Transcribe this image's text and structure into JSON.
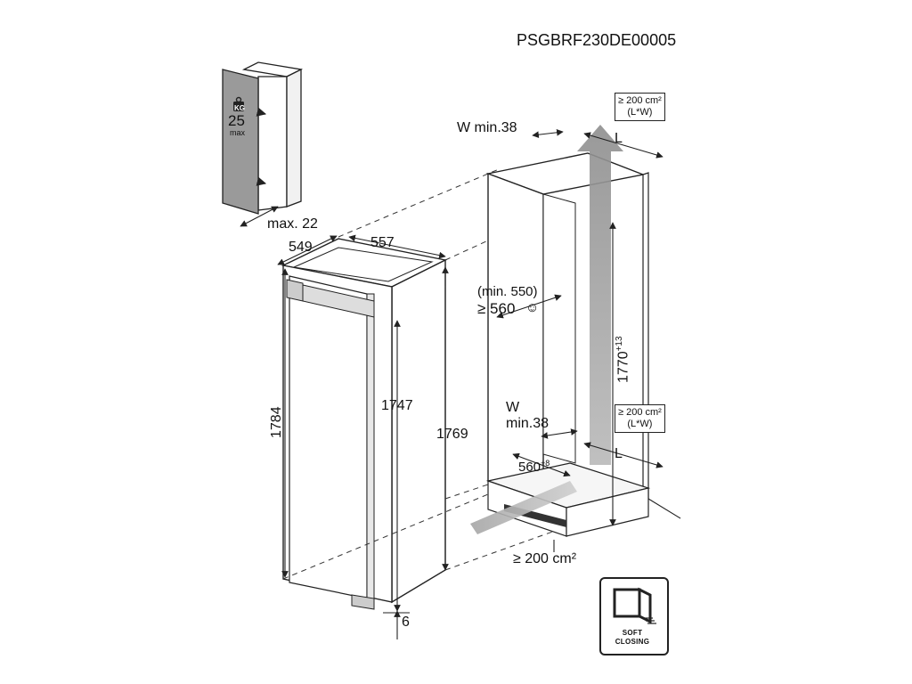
{
  "product_code": "PSGBRF230DE00005",
  "door_load": {
    "unit": "KG",
    "value": "25",
    "suffix": "max"
  },
  "dimensions": {
    "max_22": "max. 22",
    "depth_549": "549",
    "width_557": "557",
    "height_1784": "1784",
    "height_1747": "1747",
    "height_1769": "1769",
    "bottom_6": "6"
  },
  "niche": {
    "w_min_top": "W min.38",
    "w_label_bottom": "W",
    "w_min_bottom": "min.38",
    "min_550": "(min. 550)",
    "ge_560": "≥ 560",
    "height_1770": "1770",
    "height_tolerance": "+13",
    "width_560": "560",
    "width_tolerance": "+8",
    "l_top": "L",
    "l_bottom": "L",
    "vent_top_line1": "≥ 200 cm²",
    "vent_top_line2": "(L*W)",
    "vent_mid_line1": "≥ 200 cm²",
    "vent_mid_line2": "(L*W)",
    "vent_bottom": "≥ 200 cm²"
  },
  "soft_closing": {
    "line1": "SOFT",
    "line2": "CLOSING"
  }
}
